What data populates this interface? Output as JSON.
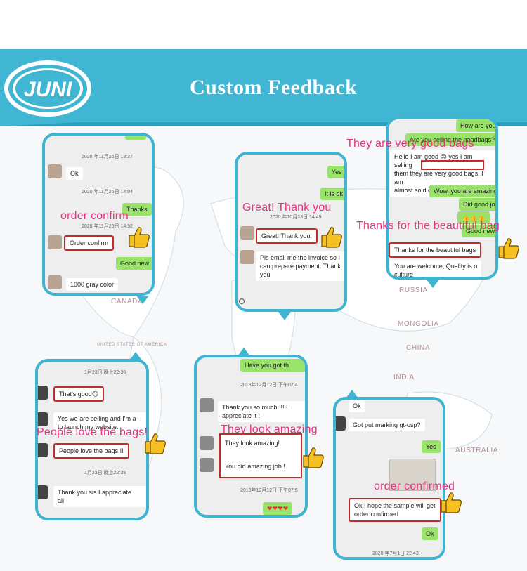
{
  "header": {
    "logo_text": "JUNI",
    "title": "Custom Feedback"
  },
  "map_labels": [
    "CANADA",
    "RUSSIA",
    "MONGOLIA",
    "CHINA",
    "INDIA",
    "AUSTRALIA",
    "UNITED STATES OF AMERICA"
  ],
  "phone1": {
    "ts1": "2020 年11月26日 13:27",
    "msg_ok": "Ok",
    "ts2": "2020 年11月26日 14:04",
    "msg_thanks": "Thanks",
    "ts3": "2020 年11月26日 14:52",
    "msg_order": "Order confirm",
    "msg_goodnew": "Good new",
    "msg_gray": "1000 gray color",
    "caption": "order confirm"
  },
  "phone2": {
    "msg_yes": "Yes",
    "msg_itisok": "It is ok",
    "ts": "2020 年10月28日 14:49",
    "msg_great": "Great! Thank you!",
    "msg_email": "Pls email me the invoice so I\ncan prepare payment. Thank\nyou",
    "caption": "Great! Thank you"
  },
  "phone3": {
    "msg_how": "How are you",
    "msg_selling": "Are you selling the handbags?",
    "msg_hello": "Hello I am good 😊 yes I am selling\nthem they are very good bags! I am\nalmost sold out",
    "msg_wow": "Wow, you are amazing",
    "msg_goodjob": "Did good job",
    "msg_thumbs": "👍👍👍",
    "msg_goodnews": "Good news",
    "msg_thanks_bags": "Thanks for the beautiful bags",
    "msg_welcome": "You are welcome,  Quality is o\nculture",
    "caption1": "They are very  good bags",
    "caption2": "Thanks for the beautiful bag"
  },
  "phone4": {
    "ts1": "1月23日 晚上22:36",
    "msg_good": "That's good😊",
    "msg_selling": "Yes we are selling and I'm a\nto launch my website.",
    "msg_love": "People love the bags!!!",
    "ts2": "1月23日 晚上22:38",
    "msg_thanks": "Thank you sis I appreciate\nall",
    "caption": "People love the bags!"
  },
  "phone5": {
    "msg_have": "Have you got th",
    "ts1": "2018年12月12日 下午07:4",
    "msg_thankyou": "Thank you so much !!! I\nappreciate it !",
    "msg_amazing": "They look amazing!",
    "msg_job": "You did amazing job !",
    "ts2": "2018年12月12日 下午07:5",
    "msg_hearts": "❤❤❤❤",
    "caption": "They look amazing"
  },
  "phone6": {
    "msg_ok": "Ok",
    "msg_marking": "Got put marking gt-osp?",
    "msg_yes": "Yes",
    "msg_sample": "Ok I hope the sample will get\norder confirmed",
    "msg_ok2": "Ok",
    "ts": "2020 年7月1日 22:43",
    "caption": "order confirmed"
  },
  "colors": {
    "banner": "#41b6d2",
    "frame": "#3fb4d0",
    "caption_pink": "#e8317f",
    "highlight_red": "#c62a2a",
    "bubble_green": "#9ae36a"
  },
  "icons": [
    "thumbs-up-icon",
    "smile-emoji-icon",
    "heart-icon"
  ]
}
